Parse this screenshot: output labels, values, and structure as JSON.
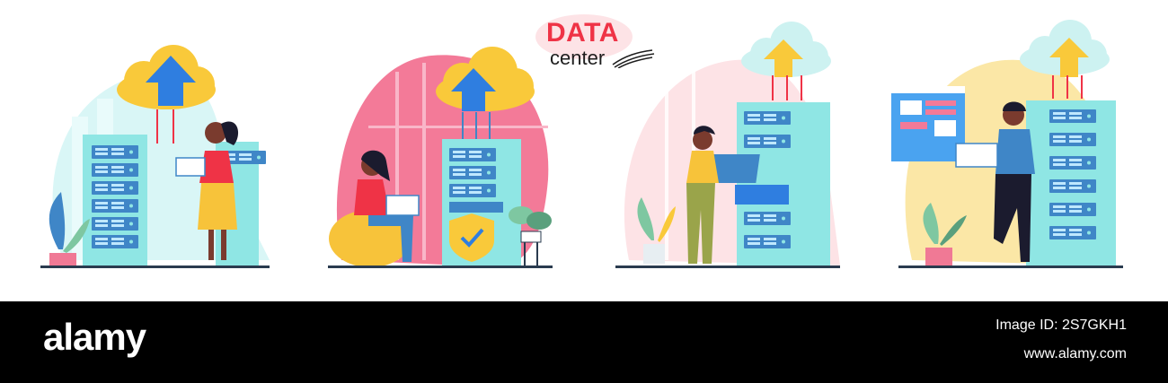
{
  "title": {
    "main": "DATA",
    "sub": "center"
  },
  "footer": {
    "brand": "alamy",
    "image_id": "Image ID: 2S7GKH1",
    "url": "www.alamy.com"
  },
  "colors": {
    "accent_red": "#ef3346",
    "server": "#8fe6e4",
    "server_panel": "#3f86c7",
    "cloud": "#f9c93a",
    "arrow": "#2f7ee0",
    "footer_bg": "#000000"
  },
  "scenes": [
    {
      "name": "scene-woman-standing-laptop",
      "icons": [
        "cloud-upload-icon",
        "server-rack-icon",
        "plant-icon"
      ]
    },
    {
      "name": "scene-woman-beanbag-laptop",
      "icons": [
        "cloud-upload-icon",
        "server-rack-icon",
        "shield-check-icon",
        "plant-icon"
      ]
    },
    {
      "name": "scene-woman-server-terminal",
      "icons": [
        "cloud-upload-icon",
        "server-rack-icon",
        "plant-icon"
      ]
    },
    {
      "name": "scene-man-laptop-browser",
      "icons": [
        "cloud-upload-icon",
        "server-rack-icon",
        "browser-window-icon",
        "plant-icon"
      ]
    }
  ]
}
